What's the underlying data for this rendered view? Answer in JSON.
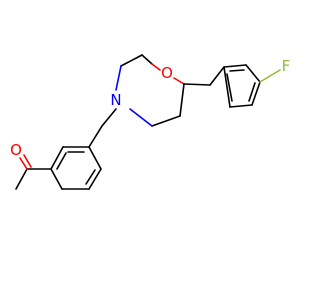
{
  "molecule": {
    "atoms": {
      "oxygen_ring": {
        "label": "O",
        "color": "#ff0000"
      },
      "nitrogen_ring": {
        "label": "N",
        "color": "#0000ff"
      },
      "fluorine": {
        "label": "F",
        "color": "#8fbc3a"
      },
      "oxygen_carbonyl": {
        "label": "O",
        "color": "#ff0000"
      }
    },
    "bond_color": "#000000",
    "background": "#ffffff"
  }
}
